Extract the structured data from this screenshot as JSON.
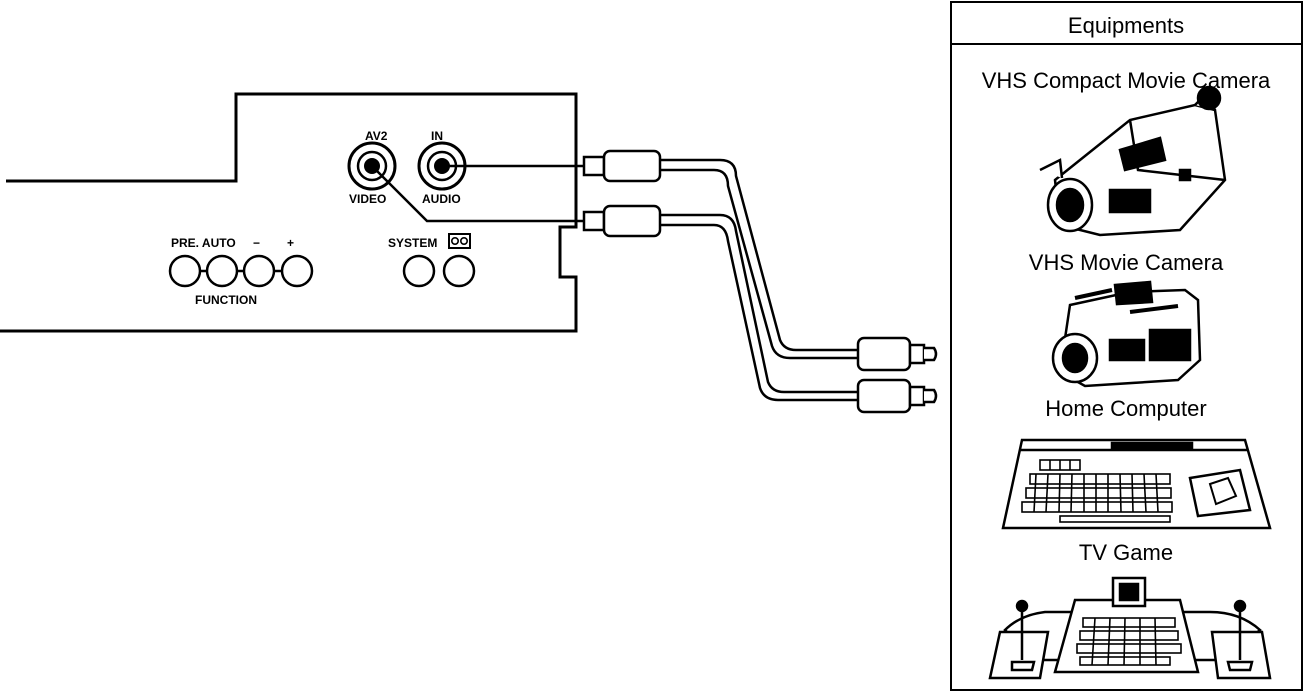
{
  "panel": {
    "jacks": {
      "av2": "AV2",
      "in": "IN",
      "video": "VIDEO",
      "audio": "AUDIO"
    },
    "controls": {
      "pre_auto": "PRE. AUTO",
      "minus": "−",
      "plus": "+",
      "function": "FUNCTION",
      "system": "SYSTEM"
    }
  },
  "equipment_box": {
    "title": "Equipments",
    "items": [
      {
        "label": "VHS Compact Movie Camera",
        "icon": "compact-camcorder-icon"
      },
      {
        "label": "VHS Movie Camera",
        "icon": "camcorder-icon"
      },
      {
        "label": "Home Computer",
        "icon": "home-computer-icon"
      },
      {
        "label": "TV Game",
        "icon": "tv-game-console-icon"
      }
    ]
  }
}
